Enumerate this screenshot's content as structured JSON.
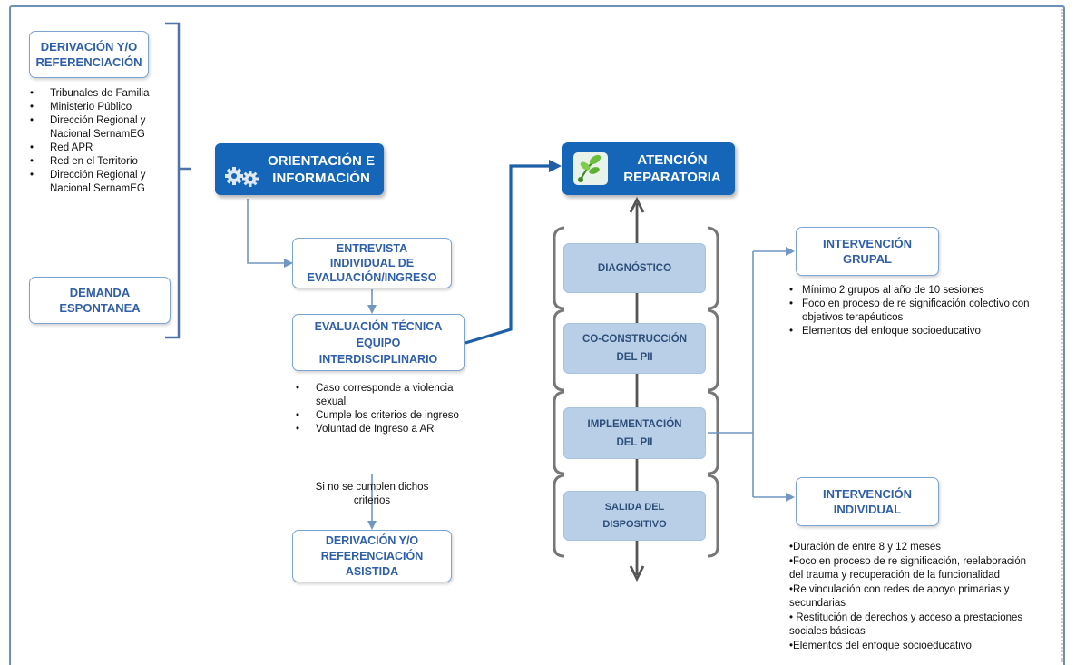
{
  "derivacion_box": {
    "line1": "DERIVACIÓN Y/O",
    "line2": "REFERENCIACIÓN"
  },
  "derivacion_list": [
    "Tribunales de Familia",
    "Ministerio Público",
    "Dirección Regional y",
    "Nacional SernamEG",
    "Red APR",
    "Red en el Territorio",
    "Dirección Regional y",
    "Nacional SernamEG"
  ],
  "demanda_box": {
    "line1": "DEMANDA",
    "line2": "ESPONTANEA"
  },
  "orientacion_box": {
    "line1": "ORIENTACIÓN E",
    "line2": "INFORMACIÓN",
    "icon": "gears-icon"
  },
  "entrevista_box": {
    "line1": "ENTREVISTA",
    "line2": "INDIVIDUAL DE",
    "line3": "EVALUACIÓN/INGRESO"
  },
  "evaluacion_box": {
    "line1": "EVALUACIÓN TÉCNICA",
    "line2": "EQUIPO",
    "line3": "INTERDISCIPLINARIO"
  },
  "criterios_list": [
    "Caso corresponde a violencia",
    "sexual",
    "Cumple los criterios de ingreso",
    "Voluntad de Ingreso a AR"
  ],
  "no_cumplen": {
    "line1": "Si no se cumplen dichos",
    "line2": "criterios"
  },
  "asistida_box": {
    "line1": "DERIVACIÓN Y/O",
    "line2": "REFERENCIACIÓN",
    "line3": "ASISTIDA"
  },
  "atencion_box": {
    "line1": "ATENCIÓN",
    "line2": "REPARATORIA",
    "icon": "plant-leaf-icon"
  },
  "phases": [
    {
      "line1": "DIAGNÓSTICO",
      "line2": ""
    },
    {
      "line1": "CO-CONSTRUCCIÓN",
      "line2": "DEL PII"
    },
    {
      "line1": "IMPLEMENTACIÓN",
      "line2": "DEL PII"
    },
    {
      "line1": "SALIDA DEL",
      "line2": "DISPOSITIVO"
    }
  ],
  "grupal_box": {
    "line1": "INTERVENCIÓN",
    "line2": "GRUPAL"
  },
  "grupal_list": [
    "Mínimo 2 grupos al año de 10 sesiones",
    "Foco en proceso de re significación colectivo con",
    "objetivos terapéuticos",
    "Elementos del enfoque socioeducativo"
  ],
  "individual_box": {
    "line1": "INTERVENCIÓN",
    "line2": "INDIVIDUAL"
  },
  "individual_list": [
    "•Duración de entre 8 y 12 meses",
    "•Foco en proceso de re significación, reelaboración",
    "del trauma y recuperación de la funcionalidad",
    "•Re vinculación con redes de apoyo primarias y",
    "secundarias",
    "• Restitución de derechos y acceso a prestaciones",
    "sociales básicas",
    "•Elementos del enfoque socioeducativo"
  ],
  "colors": {
    "dark_blue": "#1566b8",
    "light_blue": "#b9cfe8",
    "outline": "#7ea5cf",
    "text_blue": "#2f5fa8",
    "connector": "#6f8fb6",
    "arrow_gray": "#555555"
  }
}
